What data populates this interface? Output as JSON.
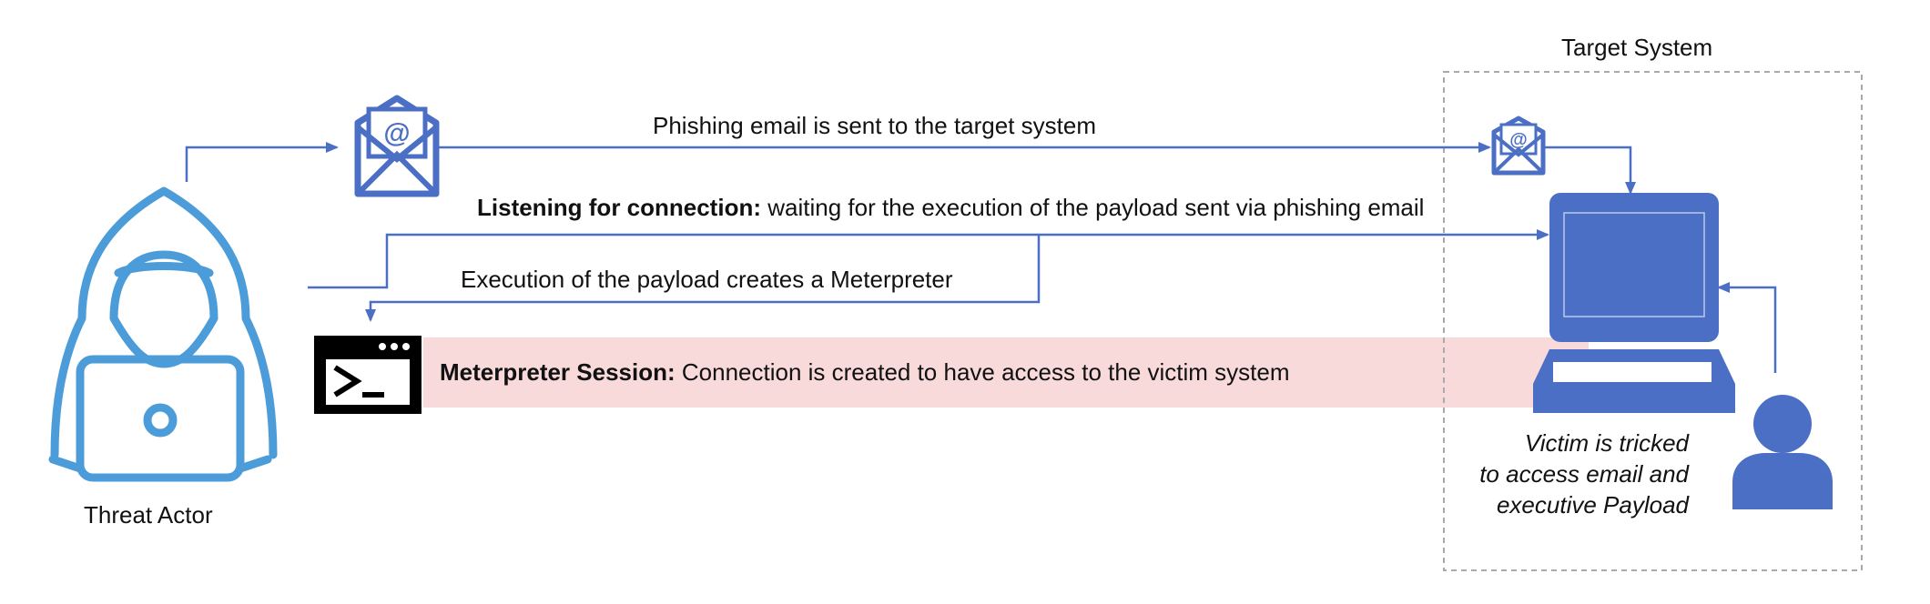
{
  "diagram": {
    "actors": {
      "threat_actor_label": "Threat Actor",
      "target_system_label": "Target System"
    },
    "steps": {
      "phishing_email": "Phishing email is sent to the target system",
      "listening_bold": "Listening for connection:",
      "listening_rest": " waiting for the execution of the payload sent via phishing email",
      "execution": "Execution of the payload creates a Meterpreter",
      "session_bold": "Meterpreter Session:",
      "session_rest": " Connection is created to have access to the victim system"
    },
    "victim_note": {
      "line1": "Victim is tricked",
      "line2": "to access email and",
      "line3": "executive Payload"
    },
    "icons": {
      "hacker": "hooded-hacker-with-laptop-icon",
      "email_large": "open-envelope-at-icon",
      "email_small": "open-envelope-at-icon",
      "terminal": "terminal-prompt-icon",
      "laptop": "laptop-icon",
      "user": "person-icon"
    },
    "colors": {
      "accent_blue": "#4A6FC4",
      "session_band": "#F8DADA",
      "boundary": "#A9A9A9",
      "terminal_black": "#000000"
    }
  }
}
